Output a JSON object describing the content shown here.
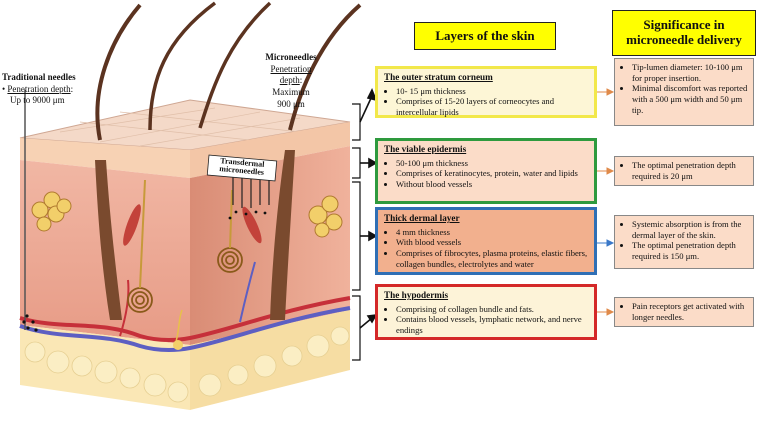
{
  "headers": {
    "layers_title": "Layers of the skin",
    "significance_title_line1": "Significance in",
    "significance_title_line2": "microneedle delivery"
  },
  "traditional_needles": {
    "title": "Traditional needles",
    "depth_label": "Penetration depth",
    "depth_value": "Up to 9000 μm"
  },
  "microneedles": {
    "title": "Microneedles",
    "depth_label_line1": "Penetration",
    "depth_label_line2": "depth",
    "depth_value_line1": "Maximum",
    "depth_value_line2": "900 μm"
  },
  "transdermal_label_line1": "Transdermal",
  "transdermal_label_line2": "microneedles",
  "layers": [
    {
      "title": "The outer stratum corneum",
      "color": "#f2e84a",
      "bg": "#fdf6d6",
      "items": [
        "10- 15 μm thickness",
        "Comprises of 15-20 layers of corneocytes and intercellular lipids"
      ]
    },
    {
      "title": "The viable epidermis",
      "color": "#2e9a3e",
      "bg": "#fbdcc8",
      "items": [
        "50-100 μm thickness",
        "Comprises of keratinocytes, protein, water and lipids",
        "Without blood vessels"
      ]
    },
    {
      "title": "Thick dermal layer",
      "color": "#2f6fb5",
      "bg": "#f2b08e",
      "items": [
        "4 mm thickness",
        "With blood vessels",
        "Comprises of fibrocytes, plasma proteins, elastic fibers, collagen bundles, electrolytes and water"
      ]
    },
    {
      "title": "The hypodermis",
      "color": "#d42828",
      "bg": "#fdf3d8",
      "items": [
        "Comprising of collagen bundle and fats.",
        "Contains blood vessels, lymphatic network, and nerve endings"
      ]
    }
  ],
  "significance": [
    {
      "items": [
        "Tip-lumen diameter: 10-100 μm for proper insertion.",
        "Minimal discomfort was reported with a 500 μm width and 50 μm tip."
      ]
    },
    {
      "items": [
        "The optimal penetration depth required is 20 μm"
      ]
    },
    {
      "items": [
        "Systemic absorption is from the dermal layer of the skin.",
        "The optimal penetration depth required is 150 μm."
      ]
    },
    {
      "items": [
        "Pain receptors get activated with longer needles."
      ]
    }
  ]
}
